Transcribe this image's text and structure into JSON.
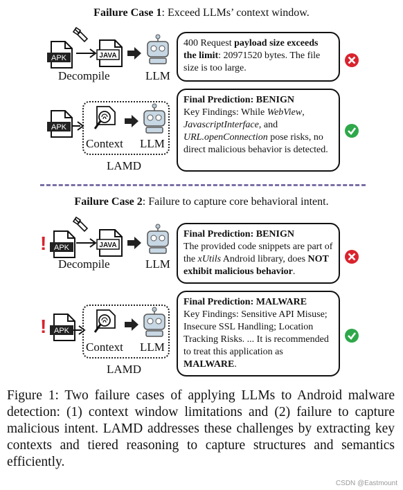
{
  "case1": {
    "title_bold": "Failure Case 1",
    "title_rest": ": Exceed LLMs’ context window.",
    "decompile_label": "Decompile",
    "llm_label": "LLM",
    "box1": {
      "pre": "400 Request ",
      "bold": "payload size exceeds the limit",
      "post": ": 20971520 bytes. The file size is too large."
    },
    "context_label": "Context",
    "llm_label2": "LLM",
    "lamd_label": "LAMD",
    "box2": {
      "head": "Final Prediction: BENIGN",
      "t1": "Key Findings:  While ",
      "i1": "WebView",
      "t2": ", ",
      "i2": "JavascriptInterface",
      "t3": ", and ",
      "i3": "URL.openConnection",
      "t4": " pose risks, no direct malicious behavior is detected."
    }
  },
  "case2": {
    "title_bold": "Failure Case 2",
    "title_rest": ": Failure to capture core behavioral intent.",
    "decompile_label": "Decompile",
    "llm_label": "LLM",
    "box1": {
      "head": "Final Prediction: BENIGN",
      "t1": "The provided code snippets are part of the ",
      "i1": "xUtils",
      "t2": " Android library, does ",
      "b1": "NOT exhibit malicious behavior",
      "t3": "."
    },
    "context_label": "Context",
    "llm_label2": "LLM",
    "lamd_label": "LAMD",
    "box2": {
      "head": "Final Prediction: MALWARE",
      "t1": "Key Findings:  Sensitive API Misuse; Insecure SSL Handling; Location Tracking Risks. ... It is recommended to treat this application as ",
      "b1": "MALWARE",
      "t2": "."
    }
  },
  "icons": {
    "apk": "APK",
    "java": "JAVA",
    "exclaim": "!"
  },
  "caption": "Figure 1: Two failure cases of applying LLMs to Android malware detection: (1) context window limitations and (2) failure to capture malicious intent. LAMD addresses these challenges by extracting key contexts and tiered reasoning to capture structures and semantics efficiently.",
  "watermark": "CSDN @Eastmount",
  "colors": {
    "wrong": "#d9232d",
    "correct": "#2ea84a",
    "separator": "#7b6fa6",
    "exclaim": "#d9232d"
  }
}
